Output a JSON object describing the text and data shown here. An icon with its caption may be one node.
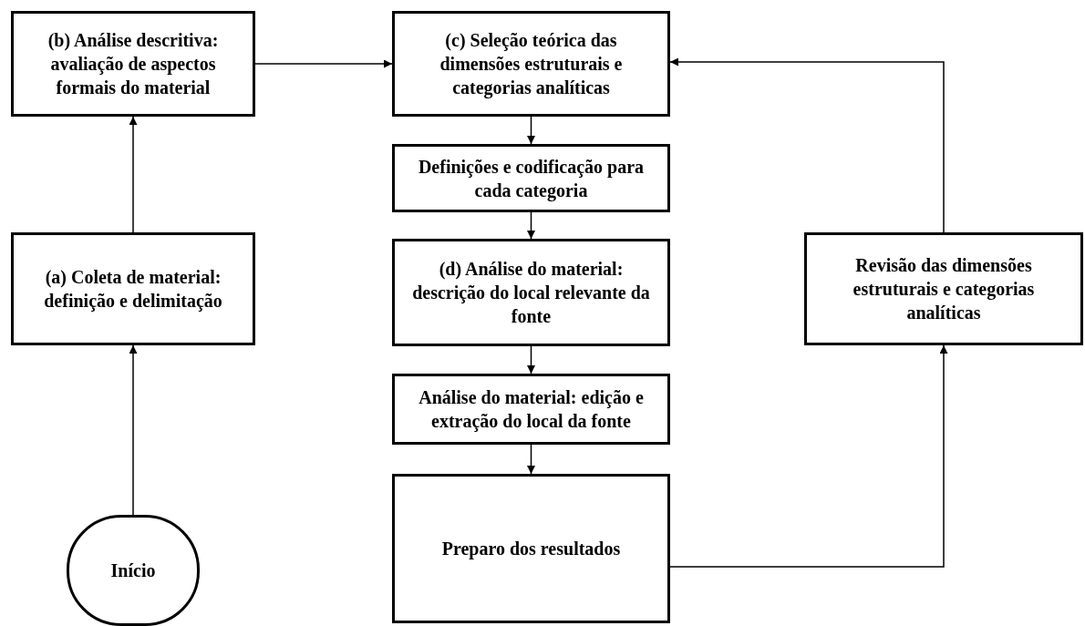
{
  "diagram": {
    "nodes": [
      {
        "text": [
          "(b) Análise descritiva: avaliação de aspectos formais do material"
        ]
      },
      {
        "text": [
          "(c) Seleção teórica das dimensões estruturais e categorias analíticas"
        ]
      },
      {
        "text": [
          "Definições e codificação para cada categoria"
        ]
      },
      {
        "text": [
          "(a) Coleta de material: definição e delimitação"
        ]
      },
      {
        "text": [
          "(d) Análise do material: descrição do local relevante da fonte"
        ]
      },
      {
        "text": [
          "Revisão das dimensões estruturais e categorias analíticas"
        ]
      },
      {
        "text": [
          "Análise do material: edição e extração do local da fonte"
        ]
      },
      {
        "text": [
          "Início"
        ]
      },
      {
        "text": [
          "Preparo dos resultados"
        ]
      }
    ],
    "edges": [
      {
        "from": 7,
        "to": 3,
        "arrow": "to"
      },
      {
        "from": 3,
        "to": 0,
        "arrow": "to"
      },
      {
        "from": 0,
        "to": 1,
        "arrow": "to"
      },
      {
        "from": 1,
        "to": 2,
        "arrow": "to"
      },
      {
        "from": 2,
        "to": 4,
        "arrow": "to"
      },
      {
        "from": 4,
        "to": 6,
        "arrow": "to"
      },
      {
        "from": 6,
        "to": 8,
        "arrow": "to"
      },
      {
        "from": 8,
        "to": 5,
        "arrow": "to"
      },
      {
        "from": 5,
        "to": 1,
        "arrow": "to"
      }
    ]
  }
}
